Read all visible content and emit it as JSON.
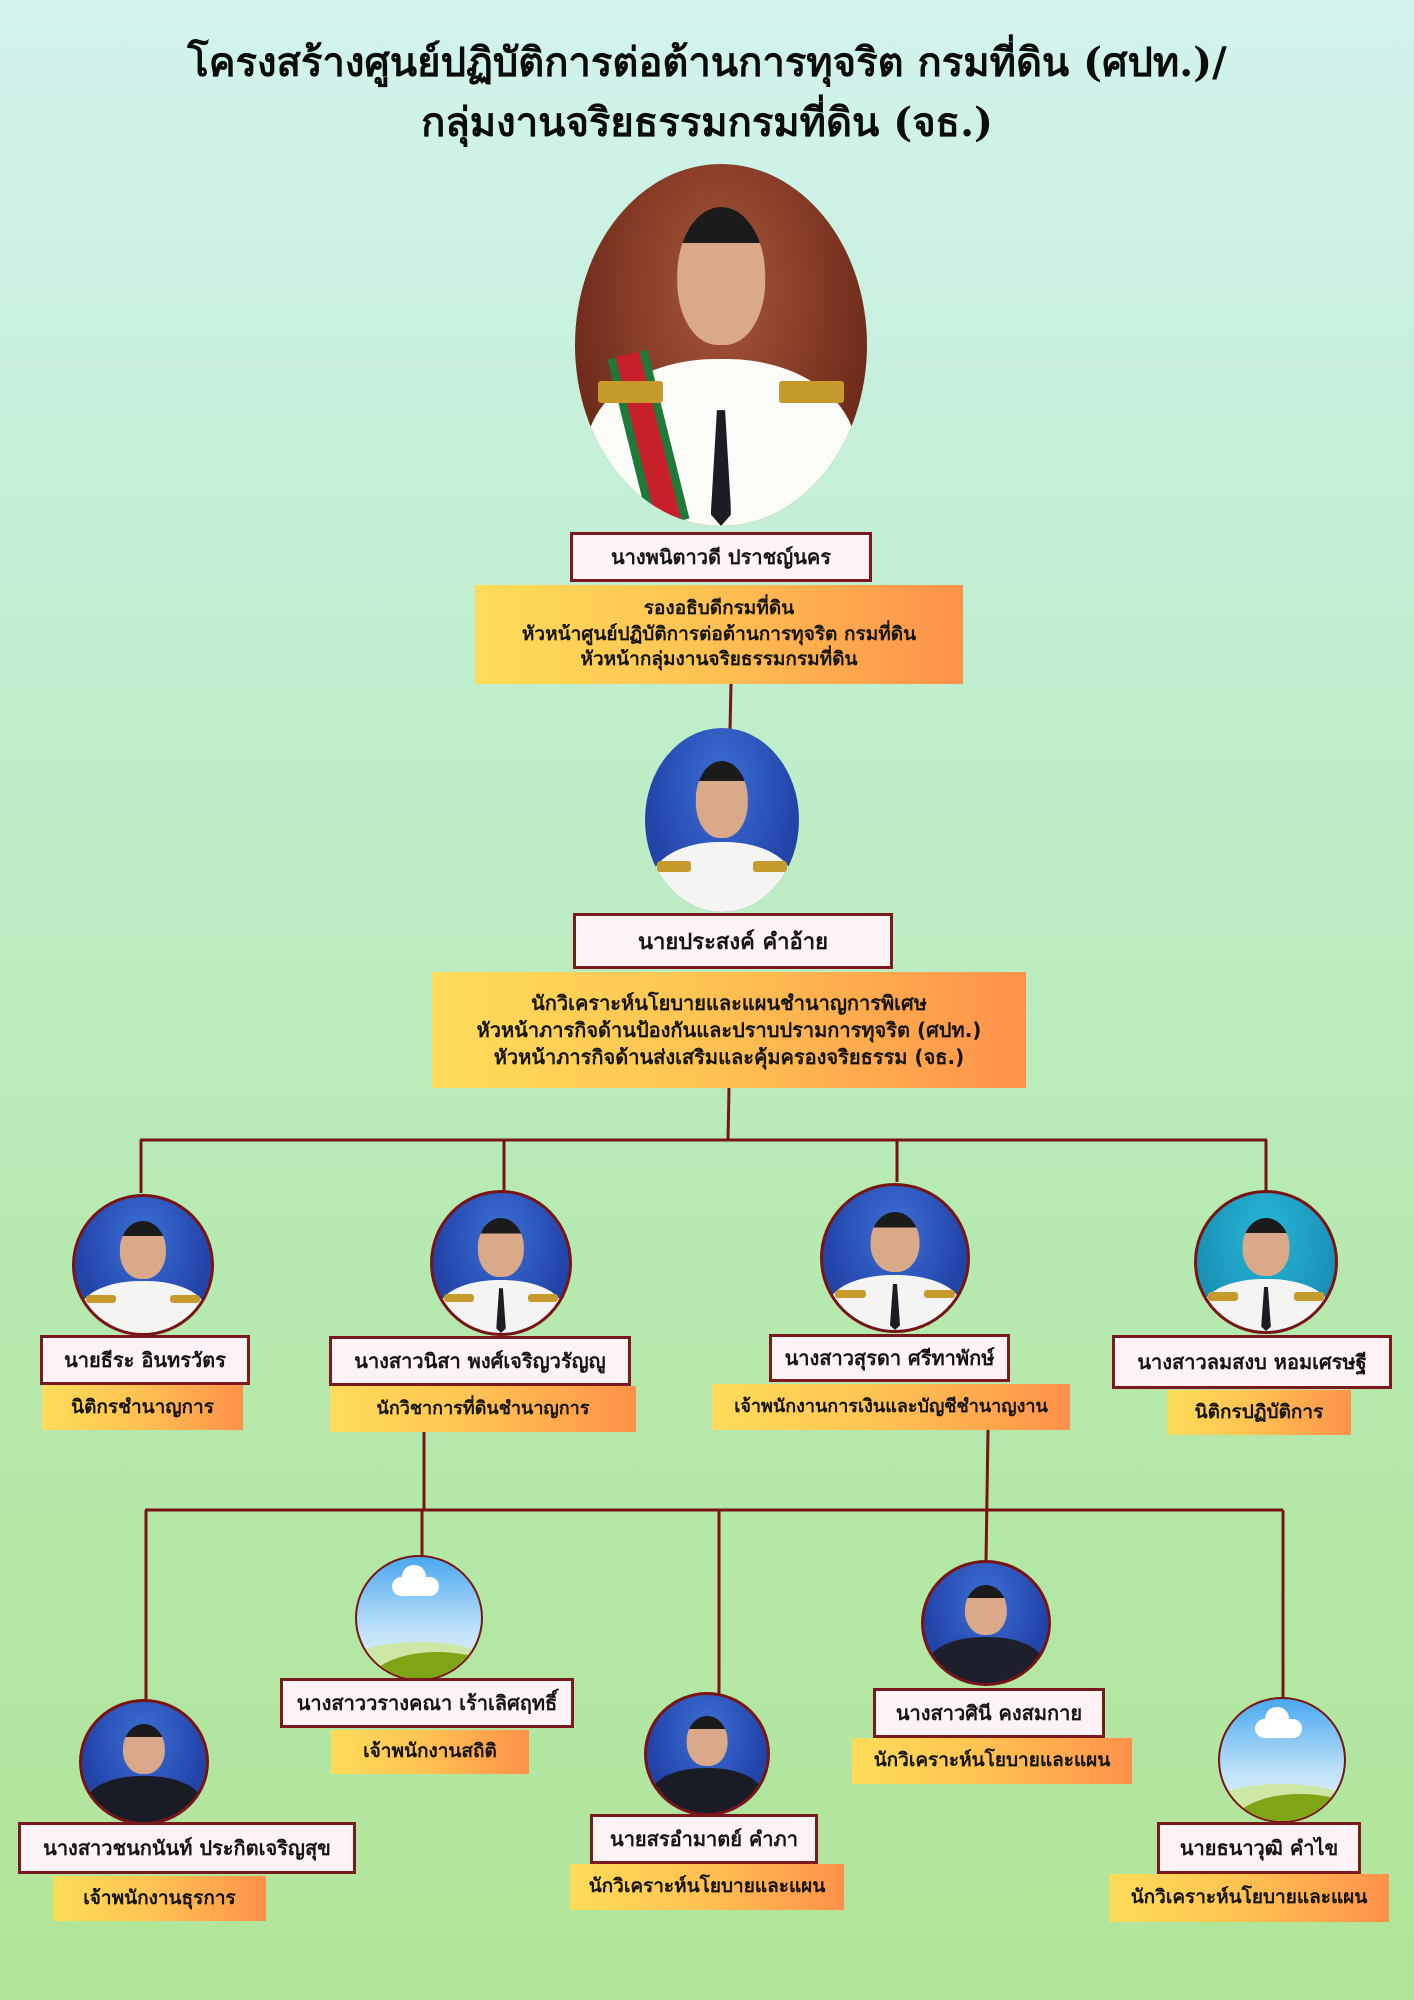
{
  "title": {
    "line1": "โครงสร้างศูนย์ปฏิบัติการต่อต้านการทุจริต กรมที่ดิน (ศปท.)/",
    "line2": "กลุ่มงานจริยธรรมกรมที่ดิน (จธ.)"
  },
  "head": {
    "name": "นางพนิตาวดี  ปราชญ์นคร",
    "positions": [
      "รองอธิบดีกรมที่ดิน",
      "หัวหน้าศูนย์ปฏิบัติการต่อต้านการทุจริต กรมที่ดิน",
      "หัวหน้ากลุ่มงานจริยธรรมกรมที่ดิน"
    ]
  },
  "deputy": {
    "name": "นายประสงค์  คำอ้าย",
    "positions": [
      "นักวิเคราะห์นโยบายและแผนชำนาญการพิเศษ",
      "หัวหน้าภารกิจด้านป้องกันและปราบปรามการทุจริต (ศปท.)",
      "หัวหน้าภารกิจด้านส่งเสริมและคุ้มครองจริยธรรม (จธ.)"
    ]
  },
  "level3": [
    {
      "name": "นายธีระ  อินทรวัตร",
      "position": "นิติกรชำนาญการ"
    },
    {
      "name": "นางสาวนิสา  พงศ์เจริญวรัญญู",
      "position": "นักวิชาการที่ดินชำนาญการ"
    },
    {
      "name": "นางสาวสุรดา  ศรีทาพักษ์",
      "position": "เจ้าพนักงานการเงินและบัญชีชำนาญงาน"
    },
    {
      "name": "นางสาวลมสงบ  หอมเศรษฐี",
      "position": "นิติกรปฏิบัติการ"
    }
  ],
  "level4": [
    {
      "name": "นางสาวชนกนันท์  ประกิตเจริญสุข",
      "position": "เจ้าพนักงานธุรการ"
    },
    {
      "name": "นางสาววรางคณา  เร้าเลิศฤทธิ์",
      "position": "เจ้าพนักงานสถิติ"
    },
    {
      "name": "นายสรอำมาตย์  คำภา",
      "position": "นักวิเคราะห์นโยบายและแผน"
    },
    {
      "name": "นางสาวศินี  คงสมกาย",
      "position": "นักวิเคราะห์นโยบายและแผน"
    },
    {
      "name": "นายธนาวุฒิ  คำไข",
      "position": "นักวิเคราะห์นโยบายและแผน"
    }
  ],
  "colors": {
    "connector": "#7a1414",
    "name_border": "#7b1a1e",
    "position_gradient_start": "#fedc5a",
    "position_gradient_end": "#fe914a"
  },
  "icons": {
    "placeholder_photo": "landscape-placeholder-icon"
  }
}
